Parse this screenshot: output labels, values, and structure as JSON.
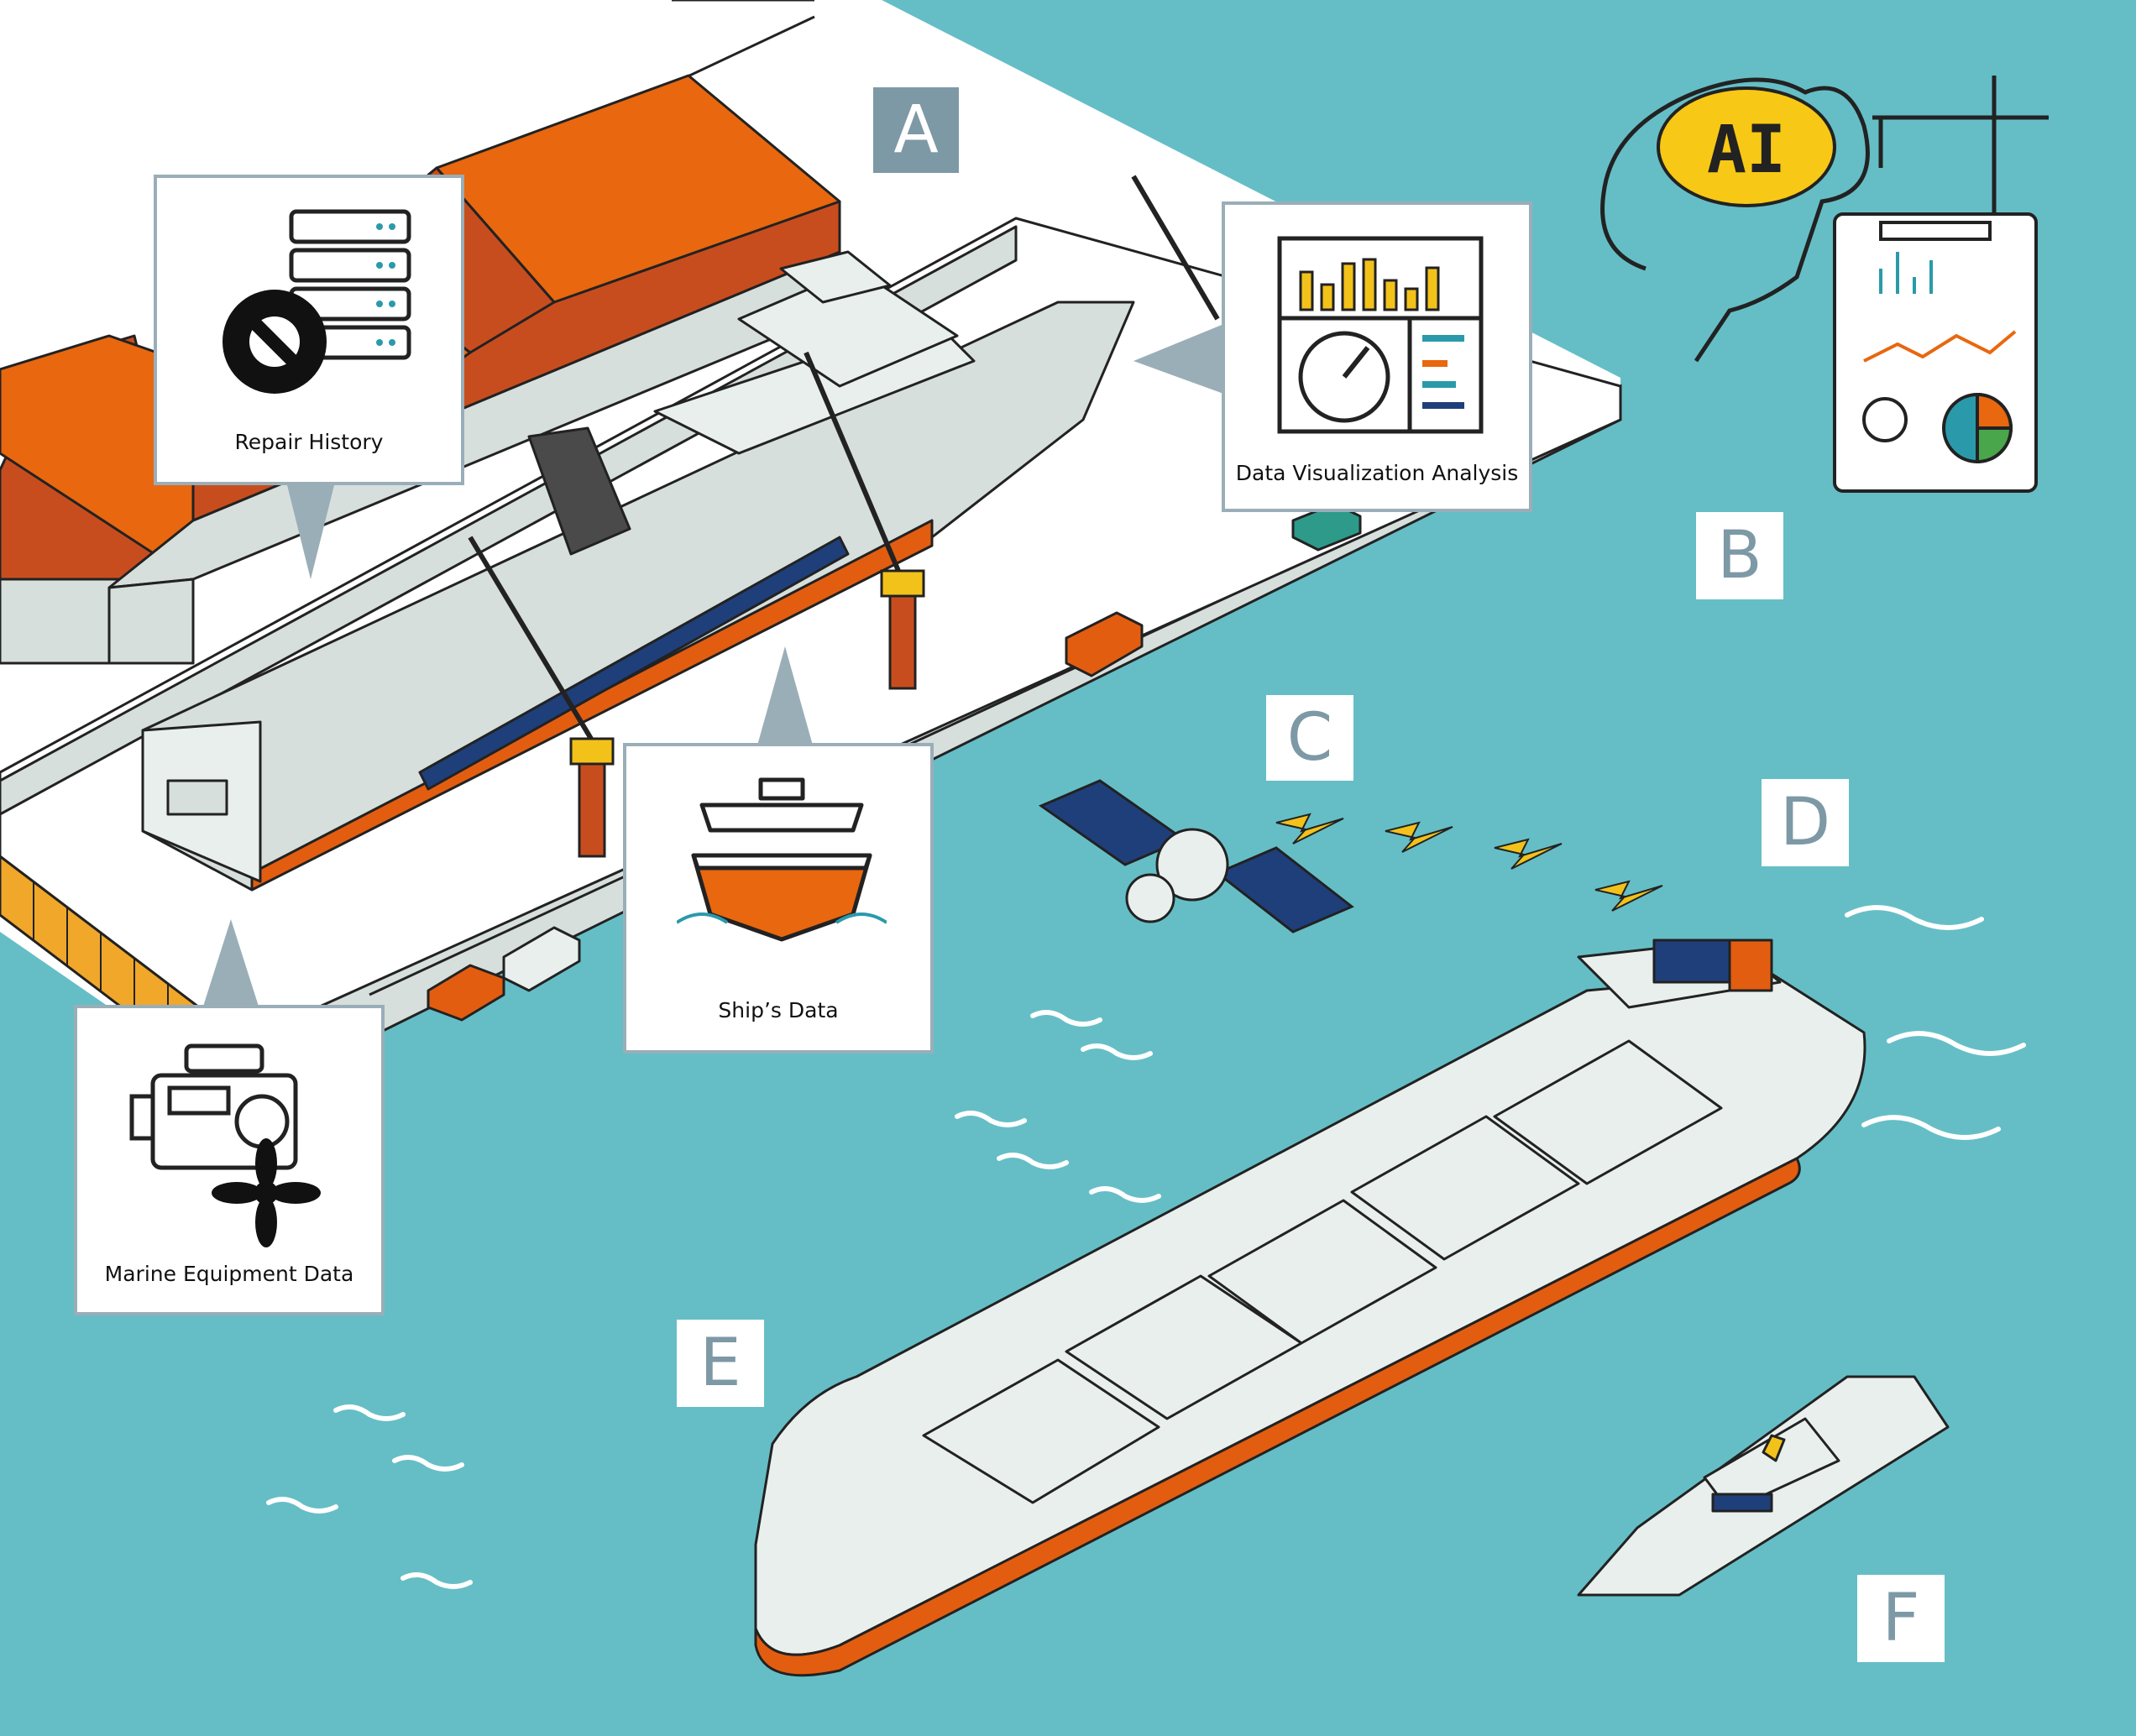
{
  "labels": {
    "a": "A",
    "b": "B",
    "c": "C",
    "d": "D",
    "e": "E",
    "f": "F",
    "ai": "AI"
  },
  "cards": {
    "repair_history": "Repair History",
    "data_visualization": "Data Visualization Analysis",
    "ships_data": "Ship’s Data",
    "marine_equipment": "Marine Equipment Data"
  },
  "colors": {
    "sea": "#65bec6",
    "roof": "#e8670f",
    "hull_accent": "#e35d10",
    "label_bg_dark": "#7d99a6",
    "label_text": "#7d99a6",
    "crane_yellow": "#f2c21b",
    "solar_blue": "#1f3f7a"
  },
  "icons": [
    "server-icon",
    "gear-wrench-icon",
    "bar-chart-icon",
    "gauge-icon",
    "ship-icon",
    "engine-icon",
    "propeller-icon",
    "ai-brain-icon",
    "tower-crane-icon",
    "clipboard-chart-icon",
    "satellite-icon",
    "lightning-icon"
  ]
}
